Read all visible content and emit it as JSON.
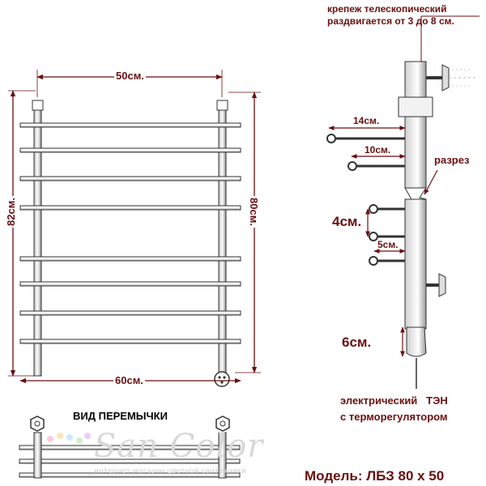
{
  "front": {
    "top_width": "50см.",
    "left_height": "82см.",
    "right_height": "80см.",
    "bottom_width": "60см."
  },
  "side": {
    "mount_line1": "крепеж телескопический",
    "mount_line2": "раздвигается от 3 до 8 см.",
    "d14": "14см.",
    "d10": "10см.",
    "cut": "разрез",
    "d4": "4см.",
    "d5": "5см.",
    "d6": "6см.",
    "heater_line1": "электрический   ТЭН",
    "heater_line2": "с терморегулятором"
  },
  "jumper_title": "ВИД ПЕРЕМЫЧКИ",
  "model": "Модель: ЛБЗ 80 х 50",
  "watermark": {
    "brand": "San Color",
    "tagline": "интернет-магазин цветной сантехники"
  },
  "colors": {
    "dimension": "#6a0f0f",
    "metal": "#3a3a3a"
  }
}
